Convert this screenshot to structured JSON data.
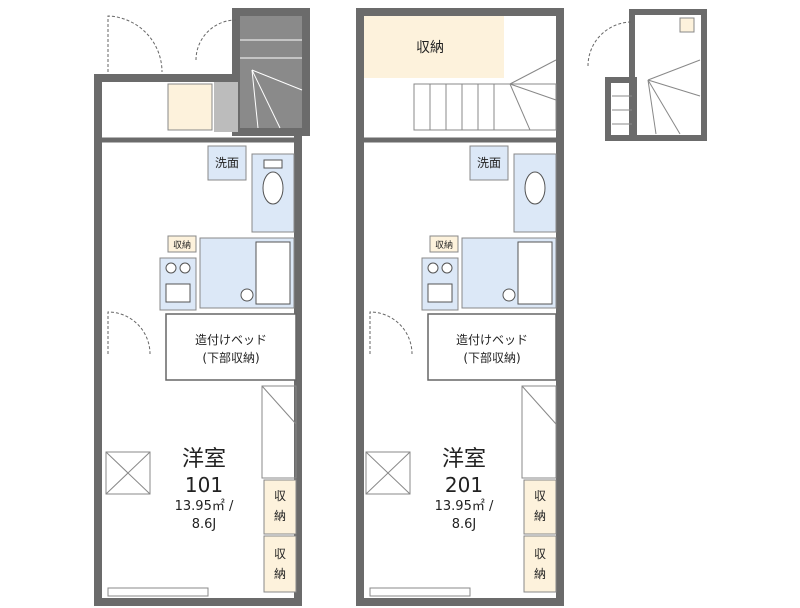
{
  "units": [
    {
      "room_label": "洋室",
      "number": "101",
      "area": "13.95㎡ /",
      "tatami": "8.6J",
      "washroom": "洗面",
      "storage_small": "収納",
      "bed": "造付けベッド",
      "bed_note": "(下部収納)",
      "closet_1": [
        "収",
        "納"
      ],
      "closet_2": [
        "収",
        "納"
      ]
    },
    {
      "room_label": "洋室",
      "number": "201",
      "area": "13.95㎡ /",
      "tatami": "8.6J",
      "washroom": "洗面",
      "storage_small": "収納",
      "storage_top": "収納",
      "bed": "造付けベッド",
      "bed_note": "(下部収納)",
      "closet_1": [
        "収",
        "納"
      ],
      "closet_2": [
        "収",
        "納"
      ]
    }
  ],
  "colors": {
    "wall": "#6b6b6b",
    "fixture_fill": "#dce8f7",
    "storage_fill": "#fdf2dc",
    "stair_dark": "#8a8a8a"
  }
}
